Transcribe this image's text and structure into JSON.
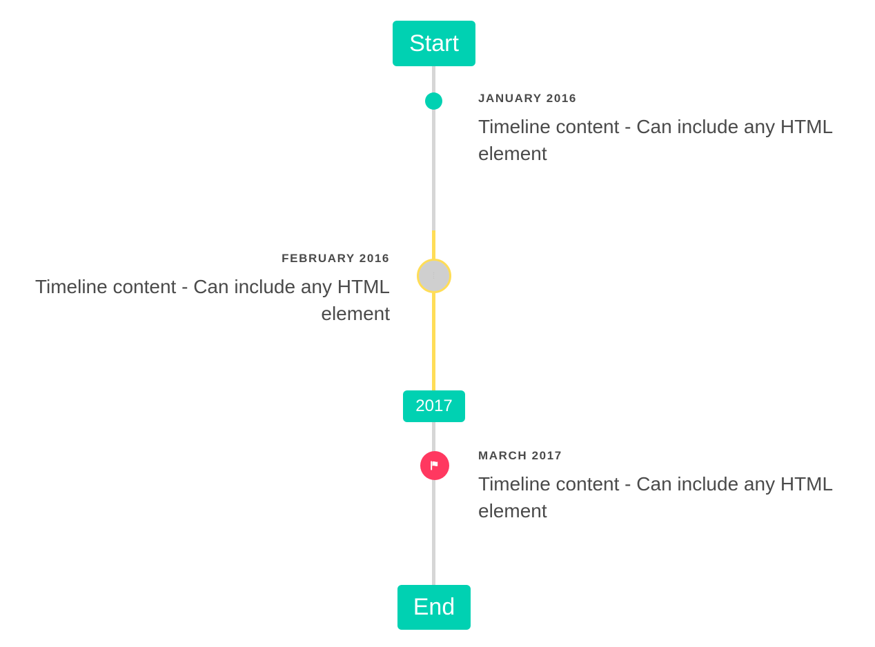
{
  "component": {
    "name": "Timeline",
    "axis_color_default": "#d6d6d6",
    "axis_color_active": "#ffdd57"
  },
  "header": {
    "label": "Start",
    "color": "#00d1b2"
  },
  "footer": {
    "label": "End",
    "color": "#00d1b2"
  },
  "items": [
    {
      "id": "january-2016",
      "heading": "JANUARY 2016",
      "body": "Timeline content - Can include any HTML element",
      "side": "right",
      "marker": {
        "type": "dot",
        "icon": "none",
        "color": "#00d1b2"
      }
    },
    {
      "id": "february-2016",
      "heading": "FEBRUARY 2016",
      "body": "Timeline content - Can include any HTML element",
      "side": "left",
      "marker": {
        "type": "circle",
        "icon": "missing-glyph-icon",
        "glyph": "⦙",
        "color": "#cfcfcf",
        "border_color": "#ffdd57"
      }
    },
    {
      "id": "march-2017",
      "heading": "MARCH 2017",
      "body": "Timeline content - Can include any HTML element",
      "side": "right",
      "marker": {
        "type": "circle",
        "icon": "flag-icon",
        "color": "#ff3860"
      }
    }
  ],
  "divider": {
    "label": "2017",
    "color": "#00d1b2"
  }
}
